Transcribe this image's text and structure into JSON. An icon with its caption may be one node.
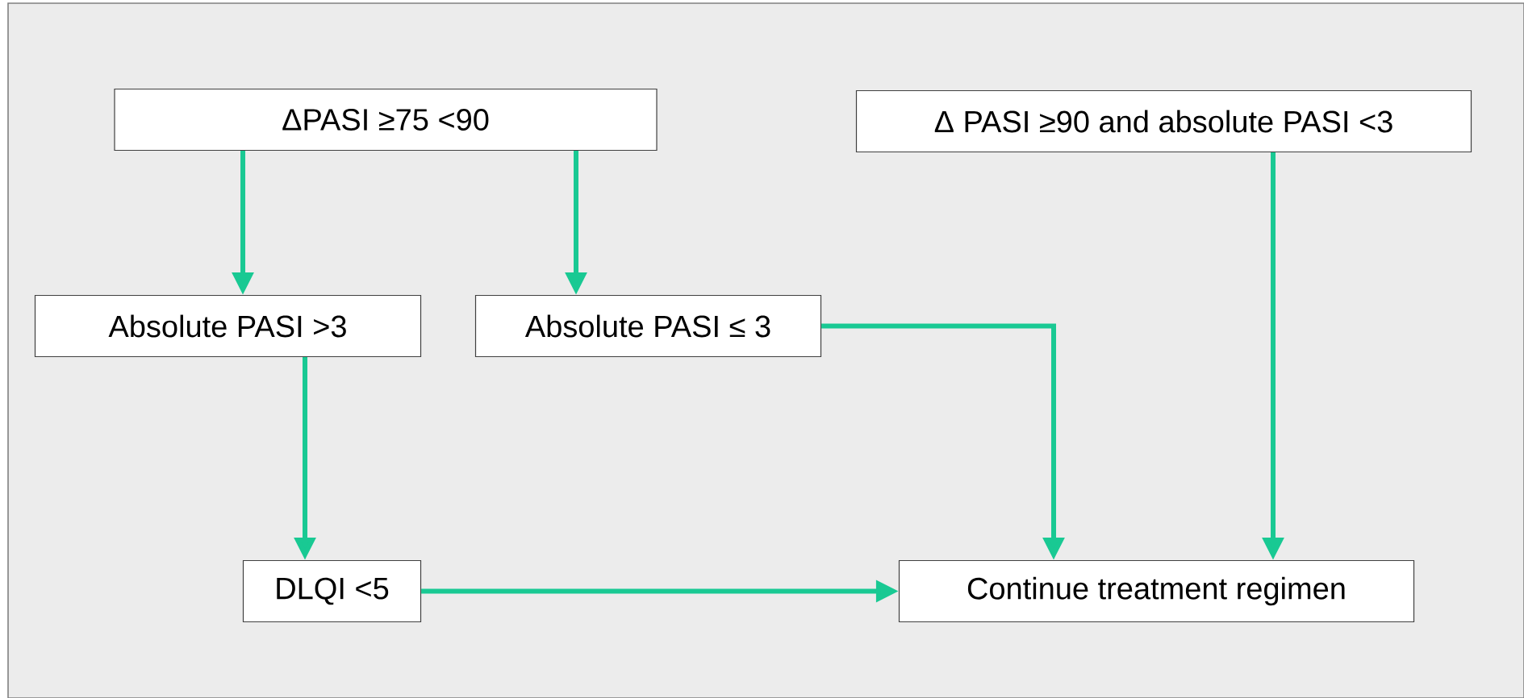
{
  "diagram": {
    "nodes": [
      {
        "text": [
          "ΔPASI ≥75 <90"
        ]
      },
      {
        "text": [
          "Δ PASI ≥90 and absolute PASI <3"
        ]
      },
      {
        "text": [
          "Absolute PASI >3"
        ]
      },
      {
        "text": [
          "Absolute PASI ≤ 3"
        ]
      },
      {
        "text": [
          "DLQI <5"
        ]
      },
      {
        "text": [
          "Continue treatment regimen"
        ]
      }
    ],
    "edges": [
      {
        "from": 0,
        "to": 2,
        "arrow": "to"
      },
      {
        "from": 0,
        "to": 3,
        "arrow": "to"
      },
      {
        "from": 2,
        "to": 4,
        "arrow": "to"
      },
      {
        "from": 3,
        "to": 5,
        "arrow": "to"
      },
      {
        "from": 1,
        "to": 5,
        "arrow": "to"
      },
      {
        "from": 4,
        "to": 5,
        "arrow": "to"
      }
    ]
  }
}
